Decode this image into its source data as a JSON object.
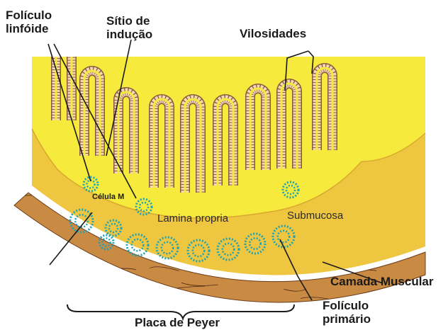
{
  "labels": {
    "foliculo_linfoide": [
      "Folículo",
      "linfóide"
    ],
    "sitio_inducao": [
      "Sítio de",
      "indução"
    ],
    "vilosidades": "Vilosidades",
    "celula_m": "Célula M",
    "lamina_propria": "Lamina propria",
    "submucosa": "Submucosa",
    "camada_muscular": "Camada Muscular",
    "foliculo_primario": [
      "Folículo",
      "primário"
    ],
    "placa_peyer": "Placa de Peyer"
  },
  "colors": {
    "lamina": "#f6ea3c",
    "submucosa": "#eec640",
    "muscle": "#c98a43",
    "muscle_lines": "#4a2a14",
    "villus_fill": "#f4d8b4",
    "villus_line": "#8a5a3c",
    "follicle": "#1ea3b4"
  }
}
